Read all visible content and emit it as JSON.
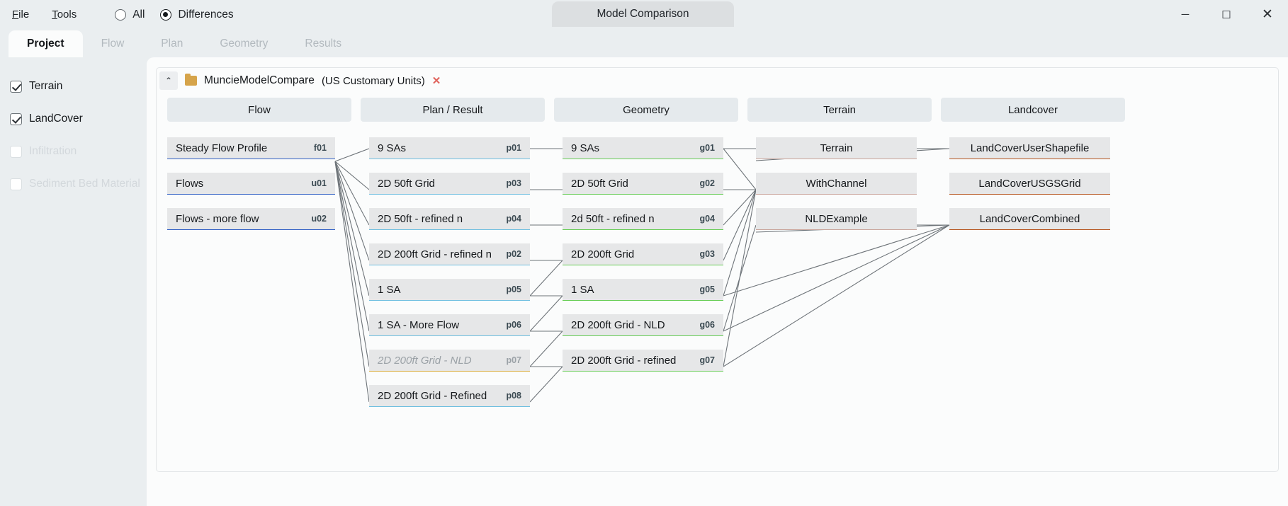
{
  "window": {
    "title": "Model Comparison",
    "minimize_label": "─",
    "maximize_label": "☐",
    "close_label": "✕"
  },
  "menu": {
    "items": [
      {
        "first": "F",
        "rest": "ile"
      },
      {
        "first": "T",
        "rest": "ools"
      }
    ],
    "filters": [
      {
        "label": "All",
        "selected": false
      },
      {
        "label": "Differences",
        "selected": true
      }
    ]
  },
  "tabs": [
    {
      "label": "Project",
      "active": true
    },
    {
      "label": "Flow",
      "active": false
    },
    {
      "label": "Plan",
      "active": false
    },
    {
      "label": "Geometry",
      "active": false
    },
    {
      "label": "Results",
      "active": false
    }
  ],
  "sidebar": {
    "items": [
      {
        "label": "Terrain",
        "checked": true,
        "enabled": true
      },
      {
        "label": "LandCover",
        "checked": true,
        "enabled": true
      },
      {
        "label": "Infiltration",
        "checked": false,
        "enabled": false
      },
      {
        "label": "Sediment Bed Material",
        "checked": false,
        "enabled": false
      }
    ]
  },
  "project": {
    "collapse_icon": "⌃",
    "folder_icon": "folder-icon",
    "name": "MuncieModelCompare",
    "units": "(US Customary Units)",
    "close_icon": "✕"
  },
  "columns": [
    {
      "key": "flow",
      "label": "Flow"
    },
    {
      "key": "plan",
      "label": "Plan / Result"
    },
    {
      "key": "geometry",
      "label": "Geometry"
    },
    {
      "key": "terrain",
      "label": "Terrain"
    },
    {
      "key": "landcover",
      "label": "Landcover"
    }
  ],
  "colors": {
    "flow_underline": "#2f5fc4",
    "plan_underline": "#6fbfe0",
    "geometry_underline": "#66cc55",
    "terrain_underline": "#c9a49a",
    "landcover_underline": "#b5521b",
    "node_bg": "#e6e7e8",
    "edge": "#6e7479",
    "accent_close": "#e0635c"
  },
  "nodes": {
    "flow": [
      {
        "label": "Steady Flow Profile",
        "id": "f01",
        "dim": false
      },
      {
        "label": "Flows",
        "id": "u01",
        "dim": false
      },
      {
        "label": "Flows - more flow",
        "id": "u02",
        "dim": false
      }
    ],
    "plan": [
      {
        "label": "9 SAs",
        "id": "p01",
        "dim": false
      },
      {
        "label": "2D 50ft Grid",
        "id": "p03",
        "dim": false
      },
      {
        "label": "2D 50ft - refined n",
        "id": "p04",
        "dim": false
      },
      {
        "label": "2D 200ft Grid - refined n",
        "id": "p02",
        "dim": false
      },
      {
        "label": "1 SA",
        "id": "p05",
        "dim": false
      },
      {
        "label": "1 SA - More Flow",
        "id": "p06",
        "dim": false
      },
      {
        "label": "2D 200ft Grid - NLD",
        "id": "p07",
        "dim": true
      },
      {
        "label": "2D 200ft Grid - Refined",
        "id": "p08",
        "dim": false
      }
    ],
    "geometry": [
      {
        "label": "9 SAs",
        "id": "g01",
        "dim": false
      },
      {
        "label": "2D 50ft Grid",
        "id": "g02",
        "dim": false
      },
      {
        "label": "2d 50ft - refined n",
        "id": "g04",
        "dim": false
      },
      {
        "label": "2D 200ft Grid",
        "id": "g03",
        "dim": false
      },
      {
        "label": "1 SA",
        "id": "g05",
        "dim": false
      },
      {
        "label": "2D 200ft Grid - NLD",
        "id": "g06",
        "dim": false
      },
      {
        "label": "2D 200ft Grid - refined",
        "id": "g07",
        "dim": false
      }
    ],
    "terrain": [
      {
        "label": "Terrain",
        "id": "",
        "dim": false
      },
      {
        "label": "WithChannel",
        "id": "",
        "dim": false
      },
      {
        "label": "NLDExample",
        "id": "",
        "dim": false
      }
    ],
    "landcover": [
      {
        "label": "LandCoverUserShapefile",
        "id": "",
        "dim": false
      },
      {
        "label": "LandCoverUSGSGrid",
        "id": "",
        "dim": false
      },
      {
        "label": "LandCoverCombined",
        "id": "",
        "dim": false
      }
    ]
  }
}
